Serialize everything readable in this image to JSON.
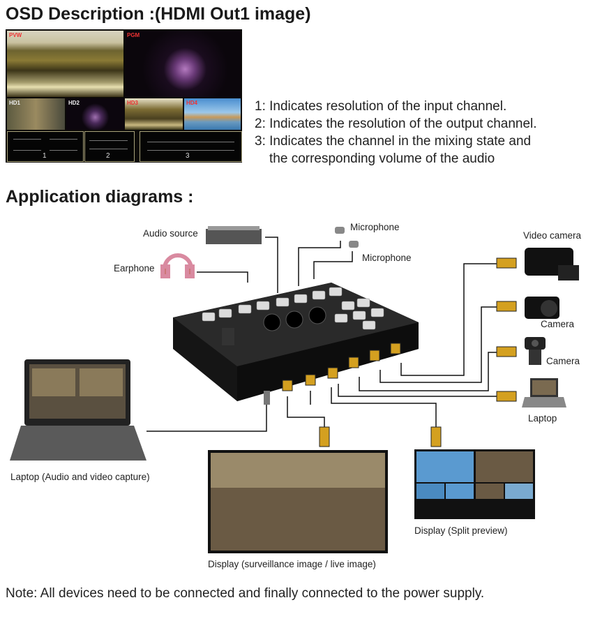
{
  "osd": {
    "title": "OSD Description :(HDMI Out1 image)",
    "screen_labels": {
      "pvw": "PVW",
      "pgm": "PGM",
      "hd1": "HD1",
      "hd2": "HD2",
      "hd3": "HD3",
      "hd4": "HD4"
    },
    "panel_numbers": [
      "1",
      "2",
      "3"
    ],
    "items": [
      "1: Indicates resolution of the input channel.",
      "2: Indicates the resolution of the output channel.",
      "3: Indicates the channel in the mixing state and",
      "the corresponding volume of the audio"
    ]
  },
  "app": {
    "title": "Application diagrams :",
    "labels": {
      "audio_source": "Audio source",
      "microphone1": "Microphone",
      "microphone2": "Microphone",
      "earphone": "Earphone",
      "video_camera": "Video camera",
      "camera1": "Camera",
      "camera2": "Camera",
      "laptop": "Laptop",
      "laptop_capture": "Laptop (Audio and video capture)",
      "display_live": "Display (surveillance image / live image)",
      "display_split": "Display (Split preview)"
    }
  },
  "note": "Note: All devices need to be connected and finally connected to the power supply."
}
